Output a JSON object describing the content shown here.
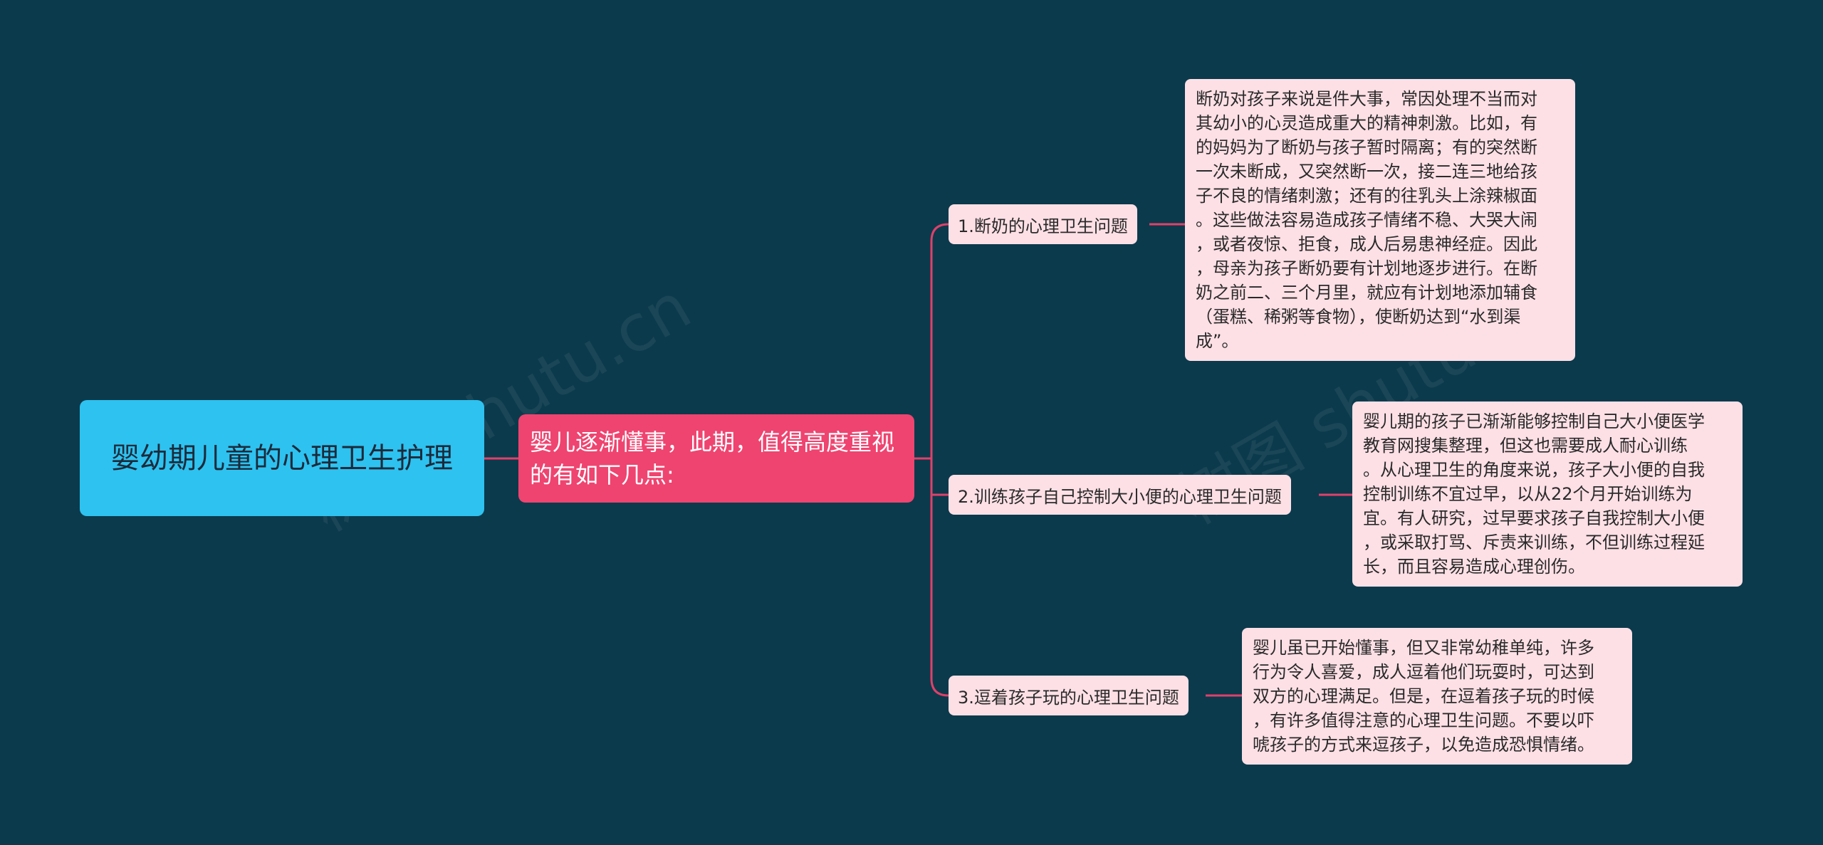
{
  "root": {
    "text": "婴幼期儿童的心理卫生护理"
  },
  "middle": {
    "text": "婴儿逐渐懂事，此期，值得高度重视的有如下几点:"
  },
  "branches": [
    {
      "label": "1.断奶的心理卫生问题",
      "detail_lines": [
        "断奶对孩子来说是件大事，常因处理不当而对",
        "其幼小的心灵造成重大的精神刺激。比如，有",
        "的妈妈为了断奶与孩子暂时隔离；有的突然断",
        "一次未断成，又突然断一次，接二连三地给孩",
        "子不良的情绪刺激；还有的往乳头上涂辣椒面",
        "。这些做法容易造成孩子情绪不稳、大哭大闹",
        "，或者夜惊、拒食，成人后易患神经症。因此",
        "，母亲为孩子断奶要有计划地逐步进行。在断",
        "奶之前二、三个月里，就应有计划地添加辅食",
        "（蛋糕、稀粥等食物），使断奶达到“水到渠",
        "成”。"
      ]
    },
    {
      "label": "2.训练孩子自己控制大小便的心理卫生问题",
      "detail_lines": [
        "婴儿期的孩子已渐渐能够控制自己大小便医学",
        "教育网搜集整理，但这也需要成人耐心训练",
        "。从心理卫生的角度来说，孩子大小便的自我",
        "控制训练不宜过早，以从22个月开始训练为",
        "宜。有人研究，过早要求孩子自我控制大小便",
        "，或采取打骂、斥责来训练，不但训练过程延",
        "长，而且容易造成心理创伤。"
      ]
    },
    {
      "label": "3.逗着孩子玩的心理卫生问题",
      "detail_lines": [
        "婴儿虽已开始懂事，但又非常幼稚单纯，许多",
        "行为令人喜爱，成人逗着他们玩耍时，可达到",
        "双方的心理满足。但是，在逗着孩子玩的时候",
        "，有许多值得注意的心理卫生问题。不要以吓",
        "唬孩子的方式来逗孩子，以免造成恐惧情绪。"
      ]
    }
  ],
  "watermark": {
    "text": "树图 shutu.cn"
  },
  "colors": {
    "background": "#0b3a4c",
    "root": "#2ec2f0",
    "middle": "#ef4470",
    "leaf": "#fde0e6",
    "connector": "#e0406a"
  }
}
